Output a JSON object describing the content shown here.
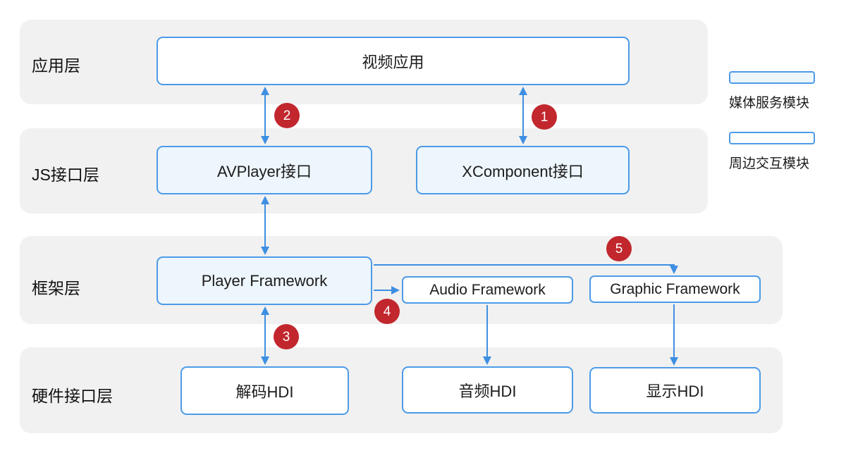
{
  "diagram": {
    "layers": [
      {
        "label": "应用层"
      },
      {
        "label": "JS接口层"
      },
      {
        "label": "框架层"
      },
      {
        "label": "硬件接口层"
      }
    ],
    "nodes": {
      "video_app": {
        "label": "视频应用"
      },
      "avplayer": {
        "label": "AVPlayer接口"
      },
      "xcomponent": {
        "label": "XComponent接口"
      },
      "player_fw": {
        "label": "Player Framework"
      },
      "audio_fw": {
        "label": "Audio Framework"
      },
      "graphic_fw": {
        "label": "Graphic Framework"
      },
      "decode_hdi": {
        "label": "解码HDI"
      },
      "audio_hdi": {
        "label": "音频HDI"
      },
      "display_hdi": {
        "label": "显示HDI"
      }
    },
    "callouts": [
      "1",
      "2",
      "3",
      "4",
      "5"
    ],
    "legend": {
      "items": [
        {
          "label": "媒体服务模块"
        },
        {
          "label": "周边交互模块"
        }
      ]
    },
    "colors": {
      "band_gray": "#F1F1F1",
      "box_border_blue": "#4C9BE8",
      "light_blue_fill": "#EDF6FD",
      "arrow_blue": "#3E8FE2",
      "callout_red": "#C1272D"
    }
  }
}
